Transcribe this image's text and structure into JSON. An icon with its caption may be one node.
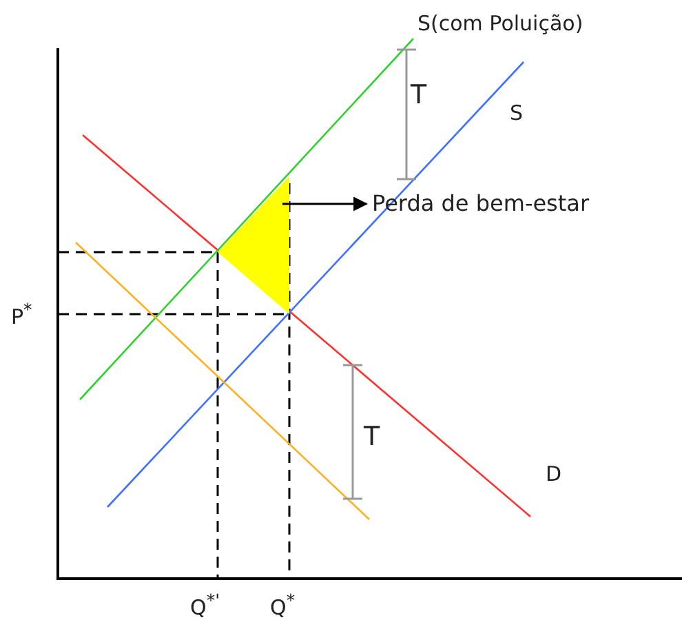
{
  "diagram": {
    "nodes": [
      {
        "text": [],
        "shape": "triangle"
      },
      {
        "text": [
          "Perda de bem-estar"
        ]
      }
    ],
    "edges": [
      {
        "from": 0,
        "to": 1,
        "arrow": "to"
      }
    ],
    "labels": [
      "S(com Poluição)",
      "T",
      "S",
      "P$^{*}$",
      "T",
      "D",
      "Q$^{*'}$",
      "Q$^{*}$"
    ]
  }
}
